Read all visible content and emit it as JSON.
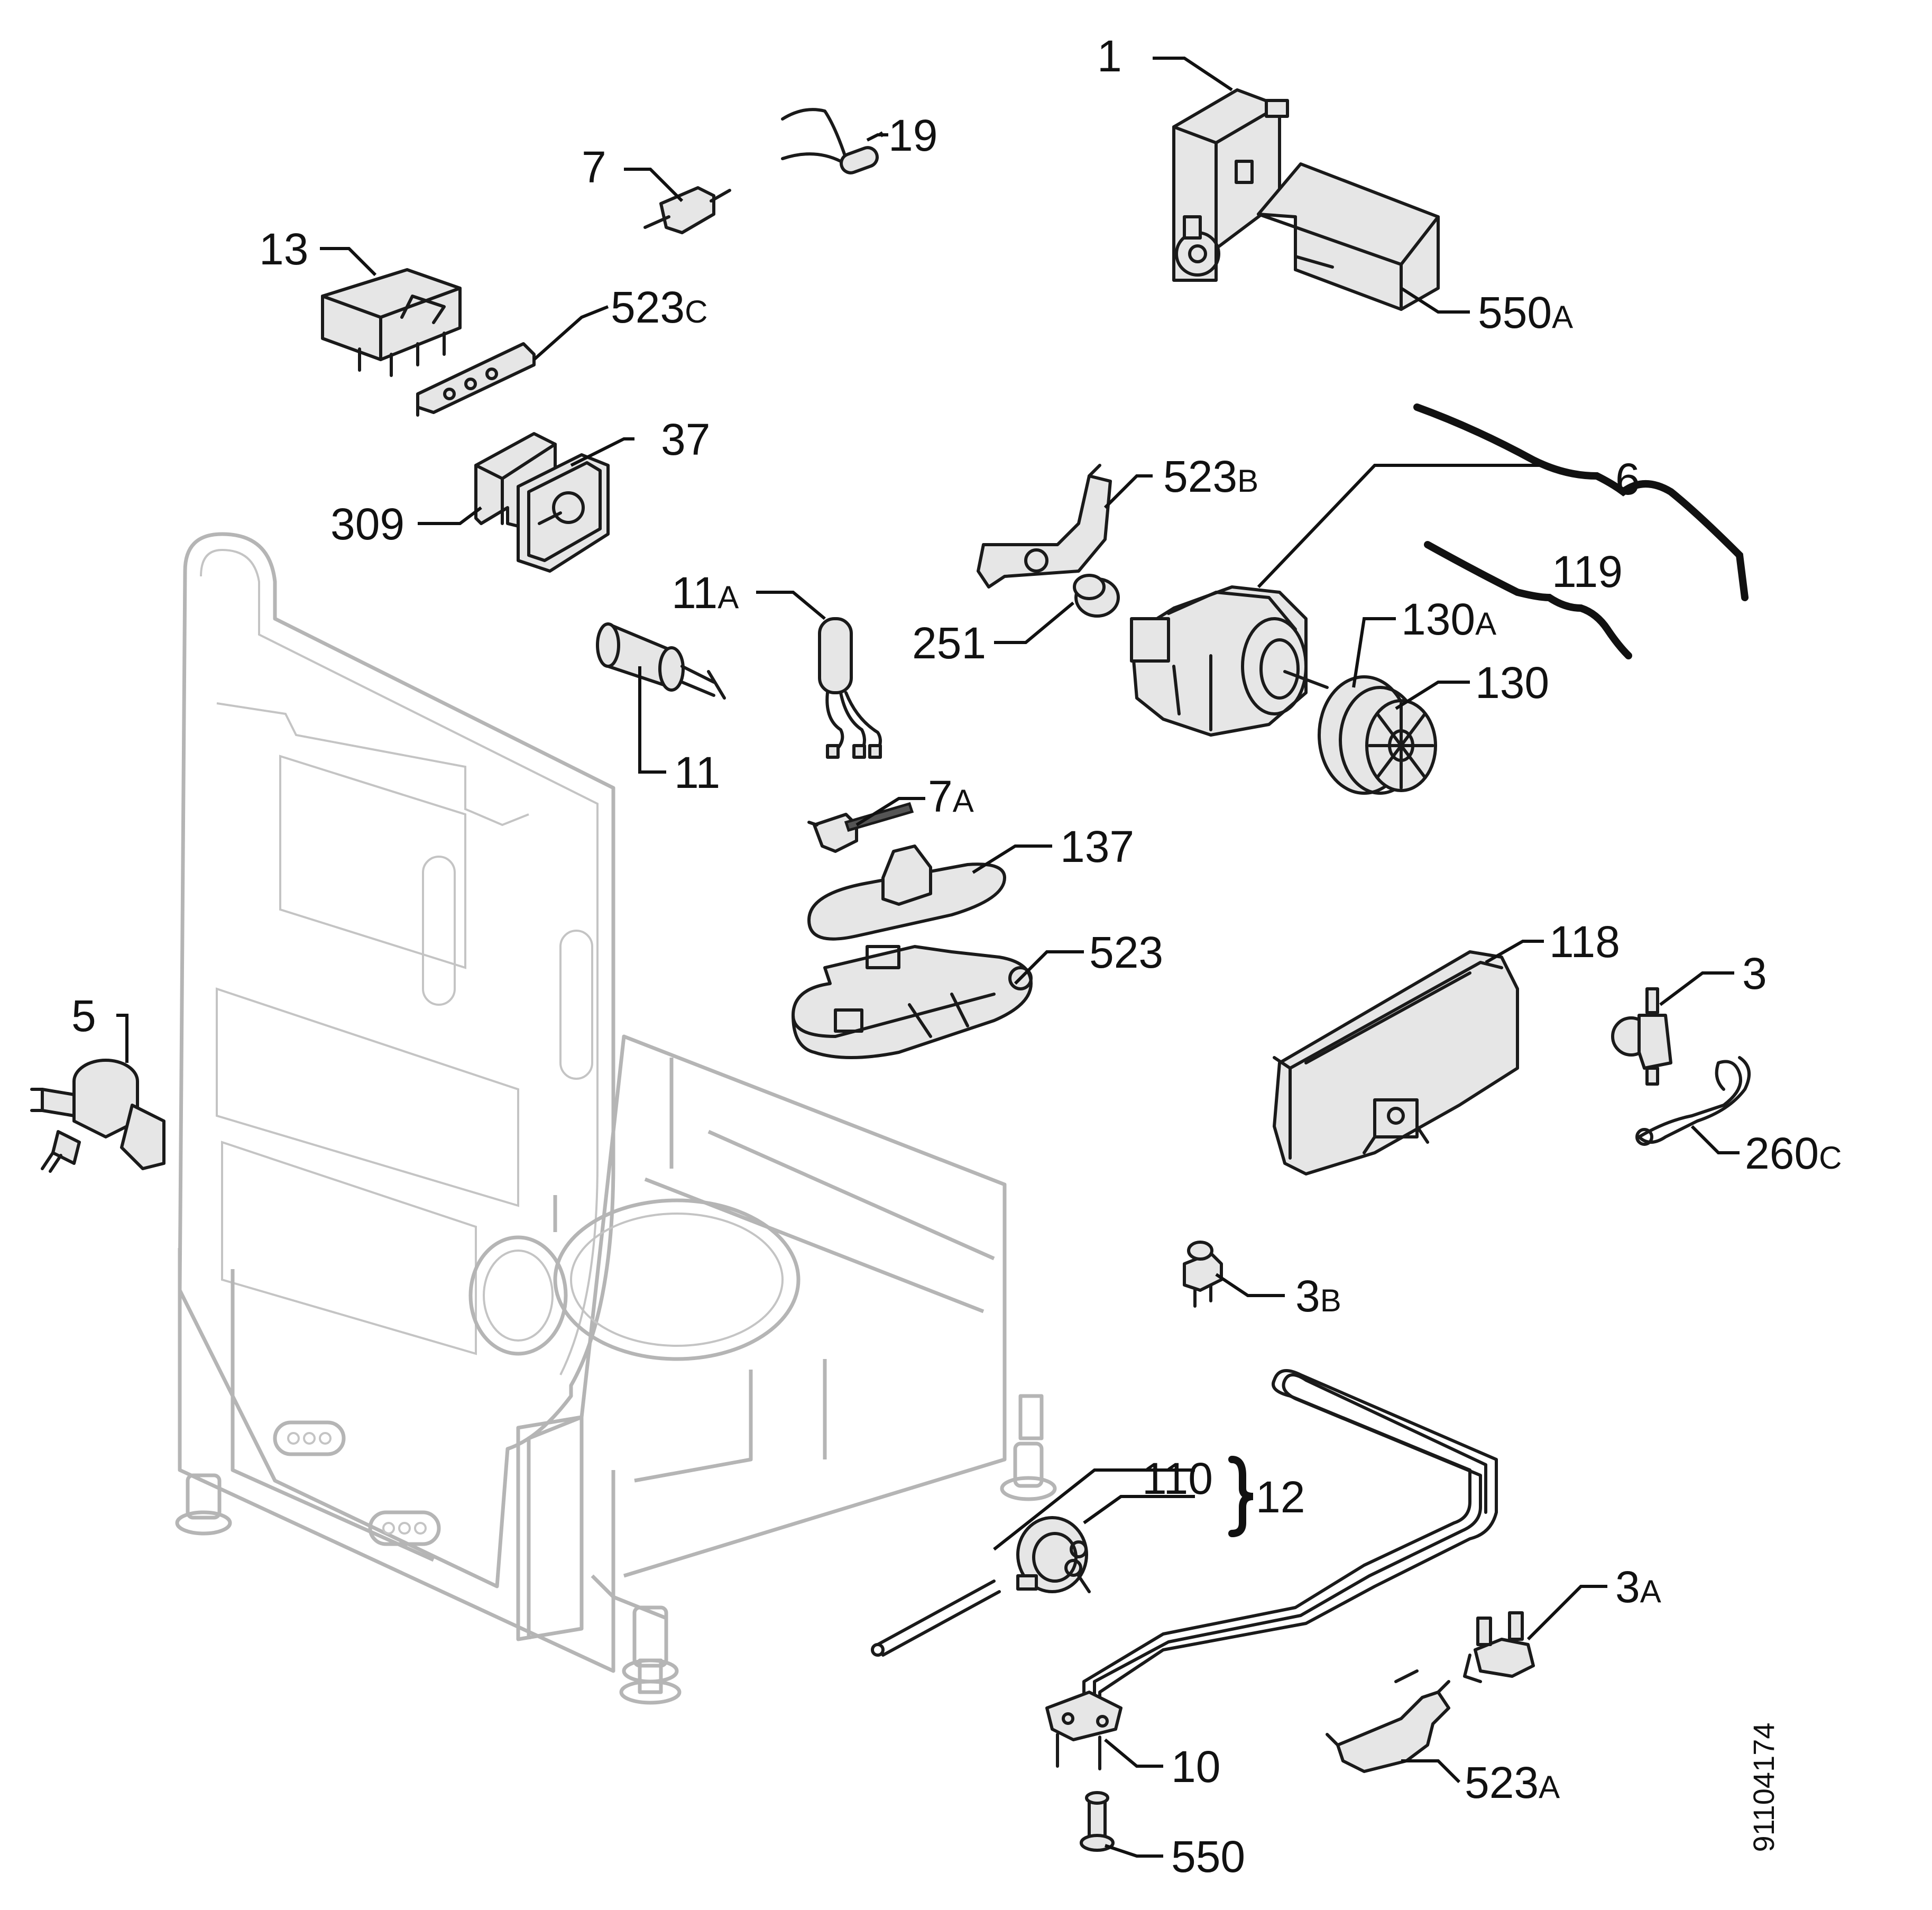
{
  "callouts": [
    {
      "id": "c1",
      "number": "1",
      "suffix": ""
    },
    {
      "id": "c19",
      "number": "19",
      "suffix": ""
    },
    {
      "id": "c7",
      "number": "7",
      "suffix": ""
    },
    {
      "id": "c13",
      "number": "13",
      "suffix": ""
    },
    {
      "id": "c523c",
      "number": "523",
      "suffix": "C"
    },
    {
      "id": "c550a",
      "number": "550",
      "suffix": "A"
    },
    {
      "id": "c37",
      "number": "37",
      "suffix": ""
    },
    {
      "id": "c309",
      "number": "309",
      "suffix": ""
    },
    {
      "id": "c523b",
      "number": "523",
      "suffix": "B"
    },
    {
      "id": "c6",
      "number": "6",
      "suffix": ""
    },
    {
      "id": "c119",
      "number": "119",
      "suffix": ""
    },
    {
      "id": "c11a",
      "number": "11",
      "suffix": "A"
    },
    {
      "id": "c251",
      "number": "251",
      "suffix": ""
    },
    {
      "id": "c130a",
      "number": "130",
      "suffix": "A"
    },
    {
      "id": "c130",
      "number": "130",
      "suffix": ""
    },
    {
      "id": "c11",
      "number": "11",
      "suffix": ""
    },
    {
      "id": "c7a",
      "number": "7",
      "suffix": "A"
    },
    {
      "id": "c137",
      "number": "137",
      "suffix": ""
    },
    {
      "id": "c523",
      "number": "523",
      "suffix": ""
    },
    {
      "id": "c118",
      "number": "118",
      "suffix": ""
    },
    {
      "id": "c3",
      "number": "3",
      "suffix": ""
    },
    {
      "id": "c5",
      "number": "5",
      "suffix": ""
    },
    {
      "id": "c260c",
      "number": "260",
      "suffix": "C"
    },
    {
      "id": "c3b",
      "number": "3",
      "suffix": "B"
    },
    {
      "id": "c110",
      "number": "110",
      "suffix": ""
    },
    {
      "id": "c12",
      "number": "12",
      "suffix": ""
    },
    {
      "id": "c3a",
      "number": "3",
      "suffix": "A"
    },
    {
      "id": "c10",
      "number": "10",
      "suffix": ""
    },
    {
      "id": "c523a",
      "number": "523",
      "suffix": "A"
    },
    {
      "id": "c550",
      "number": "550",
      "suffix": ""
    }
  ],
  "drawing_code": "91104174"
}
